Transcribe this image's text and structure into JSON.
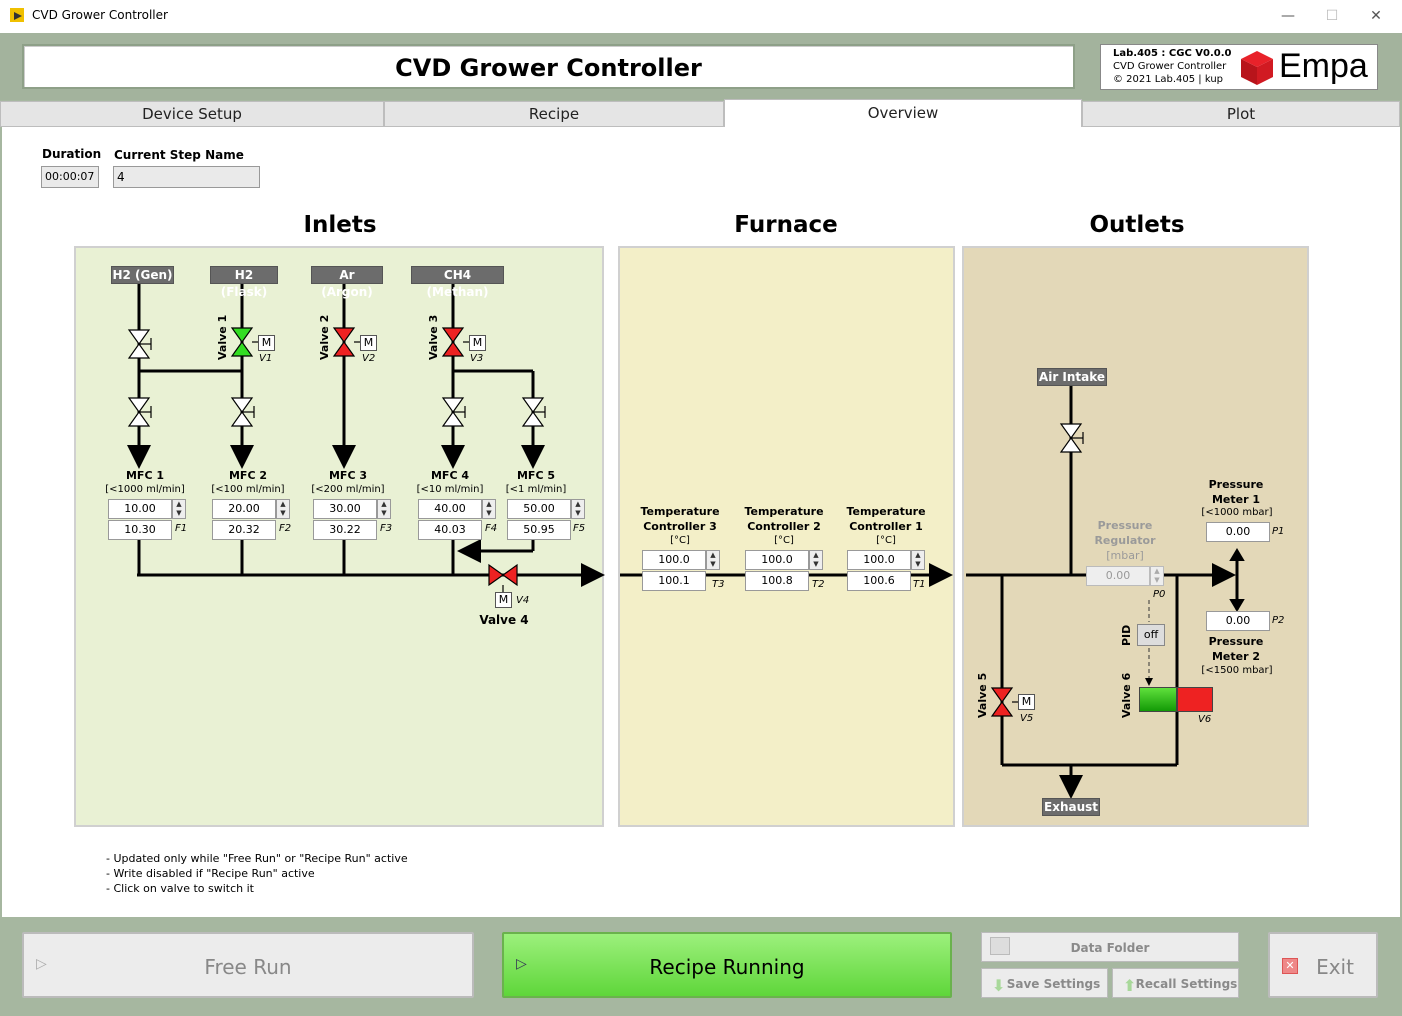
{
  "window": {
    "title": "CVD Grower Controller",
    "minimize": "—",
    "maximize": "☐",
    "close": "✕"
  },
  "header": {
    "title": "CVD Grower Controller",
    "info_line1": "Lab.405 : CGC V0.0.0",
    "info_line2": "CVD Grower Controller",
    "info_line3": "© 2021 Lab.405 | kup",
    "brand": "Empa"
  },
  "tabs": [
    {
      "label": "Device Setup"
    },
    {
      "label": "Recipe"
    },
    {
      "label": "Overview"
    },
    {
      "label": "Plot"
    }
  ],
  "active_tab": "Overview",
  "status": {
    "duration_label": "Duration",
    "duration_value": "00:00:07",
    "step_label": "Current Step Name",
    "step_value": "4"
  },
  "sections": {
    "inlets": "Inlets",
    "furnace": "Furnace",
    "outlets": "Outlets"
  },
  "gases": [
    {
      "label": "H2 (Gen)"
    },
    {
      "label": "H2 (Flask)"
    },
    {
      "label": "Ar (Argon)"
    },
    {
      "label": "CH4 (Methan)"
    }
  ],
  "valves": {
    "v1": {
      "label": "Valve 1",
      "tag": "V1",
      "mode": "M",
      "state": "open",
      "color": "#33dd22"
    },
    "v2": {
      "label": "Valve 2",
      "tag": "V2",
      "mode": "M",
      "state": "closed",
      "color": "#ee2222"
    },
    "v3": {
      "label": "Valve 3",
      "tag": "V3",
      "mode": "M",
      "state": "closed",
      "color": "#ee2222"
    },
    "v4": {
      "label": "Valve 4",
      "tag": "V4",
      "mode": "M",
      "state": "closed",
      "color": "#ee2222"
    },
    "v5": {
      "label": "Valve 5",
      "tag": "V5",
      "mode": "M",
      "state": "closed",
      "color": "#ee2222"
    },
    "v6": {
      "label": "Valve 6",
      "tag": "V6",
      "open_color": "#22bb11",
      "closed_color": "#ee2222"
    }
  },
  "mfcs": [
    {
      "name": "MFC 1",
      "range": "[<1000 ml/min]",
      "set": "10.00",
      "read": "10.30",
      "tag": "F1"
    },
    {
      "name": "MFC 2",
      "range": "[<100 ml/min]",
      "set": "20.00",
      "read": "20.32",
      "tag": "F2"
    },
    {
      "name": "MFC 3",
      "range": "[<200 ml/min]",
      "set": "30.00",
      "read": "30.22",
      "tag": "F3"
    },
    {
      "name": "MFC 4",
      "range": "[<10 ml/min]",
      "set": "40.00",
      "read": "40.03",
      "tag": "F4"
    },
    {
      "name": "MFC 5",
      "range": "[<1 ml/min]",
      "set": "50.00",
      "read": "50.95",
      "tag": "F5"
    }
  ],
  "temps": [
    {
      "name1": "Temperature",
      "name2": "Controller 3",
      "unit": "[°C]",
      "set": "100.0",
      "read": "100.1",
      "tag": "T3"
    },
    {
      "name1": "Temperature",
      "name2": "Controller 2",
      "unit": "[°C]",
      "set": "100.0",
      "read": "100.8",
      "tag": "T2"
    },
    {
      "name1": "Temperature",
      "name2": "Controller 1",
      "unit": "[°C]",
      "set": "100.0",
      "read": "100.6",
      "tag": "T1"
    }
  ],
  "outlets": {
    "air_intake": "Air Intake",
    "exhaust": "Exhaust",
    "regulator": {
      "l1": "Pressure",
      "l2": "Regulator",
      "unit": "[mbar]",
      "value": "0.00",
      "tag": "P0"
    },
    "pid": {
      "label": "PID",
      "value": "off"
    },
    "pm1": {
      "l1": "Pressure",
      "l2": "Meter 1",
      "range": "[<1000 mbar]",
      "value": "0.00",
      "tag": "P1"
    },
    "pm2": {
      "l1": "Pressure",
      "l2": "Meter 2",
      "range": "[<1500 mbar]",
      "value": "0.00",
      "tag": "P2"
    }
  },
  "notes": [
    "- Updated only while \"Free Run\" or \"Recipe Run\" active",
    "- Write disabled if \"Recipe Run\" active",
    "- Click on valve to switch it"
  ],
  "buttons": {
    "free_run": "Free Run",
    "recipe": "Recipe Running",
    "data_folder": "Data Folder",
    "save": "Save Settings",
    "recall": "Recall Settings",
    "exit": "Exit"
  },
  "colors": {
    "inlets_bg": "#e9f1d4",
    "furnace_bg": "#f3efc8",
    "outlets_bg": "#e3d8b8",
    "running_green": "#7de05a"
  }
}
